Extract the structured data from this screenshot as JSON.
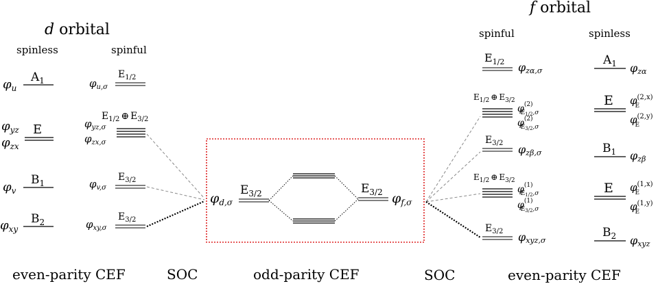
{
  "d_block": {
    "title_italic": "d",
    "title_rest": " orbital",
    "col_spinless": "spinless",
    "col_spinful": "spinful",
    "spinless": [
      {
        "phi": "φ",
        "sub": "u",
        "irrep": "A",
        "irrep_sub": "1"
      },
      {
        "phi": "φ",
        "sub": "yz",
        "phi2": "φ",
        "sub2": "zx",
        "irrep": "E",
        "irrep_sub": ""
      },
      {
        "phi": "φ",
        "sub": "v",
        "irrep": "B",
        "irrep_sub": "1"
      },
      {
        "phi": "φ",
        "sub": "xy",
        "irrep": "B",
        "irrep_sub": "2"
      }
    ],
    "spinful": [
      {
        "phi": "φ",
        "sub": "u,σ",
        "irrep": "E",
        "irrep_sub": "1/2"
      },
      {
        "phi": "φ",
        "sub": "yz,σ",
        "phi2": "φ",
        "sub2": "zx,σ",
        "irrep": "E",
        "irrep_sub": "1/2",
        "irrep_b": "E",
        "irrep_b_sub": "3/2",
        "oplus": "⊕"
      },
      {
        "phi": "φ",
        "sub": "v,σ",
        "irrep": "E",
        "irrep_sub": "3/2"
      },
      {
        "phi": "φ",
        "sub": "xy,σ",
        "irrep": "E",
        "irrep_sub": "3/2"
      }
    ]
  },
  "center": {
    "left_phi": "φ",
    "left_sub": "d,σ",
    "left_irrep": "E",
    "left_irrep_sub": "3/2",
    "right_phi": "φ",
    "right_sub": "f,σ",
    "right_irrep": "E",
    "right_irrep_sub": "3/2",
    "box_color": "#dd2222"
  },
  "f_block": {
    "title_italic": "f",
    "title_rest": " orbital",
    "col_spinful": "spinful",
    "col_spinless": "spinless",
    "spinful": [
      {
        "irrep": "E",
        "irrep_sub": "1/2",
        "phi": "φ",
        "sub": "zα,σ"
      },
      {
        "irrep": "E",
        "irrep_sub": "1/2",
        "irrep_b": "E",
        "irrep_b_sub": "3/2",
        "oplus": "⊕",
        "phi": "φ",
        "sup1": "(2)",
        "subE1": "E",
        "subE1_sub": "1/2",
        "subE1_tail": ",σ",
        "sup2": "(2)",
        "subE2": "E",
        "subE2_sub": "3/2",
        "subE2_tail": ",σ"
      },
      {
        "irrep": "E",
        "irrep_sub": "3/2",
        "phi": "φ",
        "sub": "zβ,σ"
      },
      {
        "irrep": "E",
        "irrep_sub": "1/2",
        "irrep_b": "E",
        "irrep_b_sub": "3/2",
        "oplus": "⊕",
        "phi": "φ",
        "sup1": "(1)",
        "subE1": "E",
        "subE1_sub": "1/2",
        "subE1_tail": ",σ",
        "sup2": "(1)",
        "subE2": "E",
        "subE2_sub": "3/2",
        "subE2_tail": ",σ"
      },
      {
        "irrep": "E",
        "irrep_sub": "3/2",
        "phi": "φ",
        "sub": "xyz,σ"
      }
    ],
    "spinless": [
      {
        "irrep": "A",
        "irrep_sub": "1",
        "phi": "φ",
        "sub": "zα"
      },
      {
        "irrep": "E",
        "irrep_sub": "",
        "phi": "φ",
        "subE": "E",
        "sup1": "(2,x)",
        "sup2": "(2,y)"
      },
      {
        "irrep": "B",
        "irrep_sub": "1",
        "phi": "φ",
        "sub": "zβ"
      },
      {
        "irrep": "E",
        "irrep_sub": "",
        "phi": "φ",
        "subE": "E",
        "sup1": "(1,x)",
        "sup2": "(1,y)"
      },
      {
        "irrep": "B",
        "irrep_sub": "2",
        "phi": "φ",
        "sub": "xyz"
      }
    ]
  },
  "bottom_labels": {
    "even_left": "even-parity CEF",
    "soc_left": "SOC",
    "odd": "odd-parity CEF",
    "soc_right": "SOC",
    "even_right": "even-parity CEF"
  }
}
